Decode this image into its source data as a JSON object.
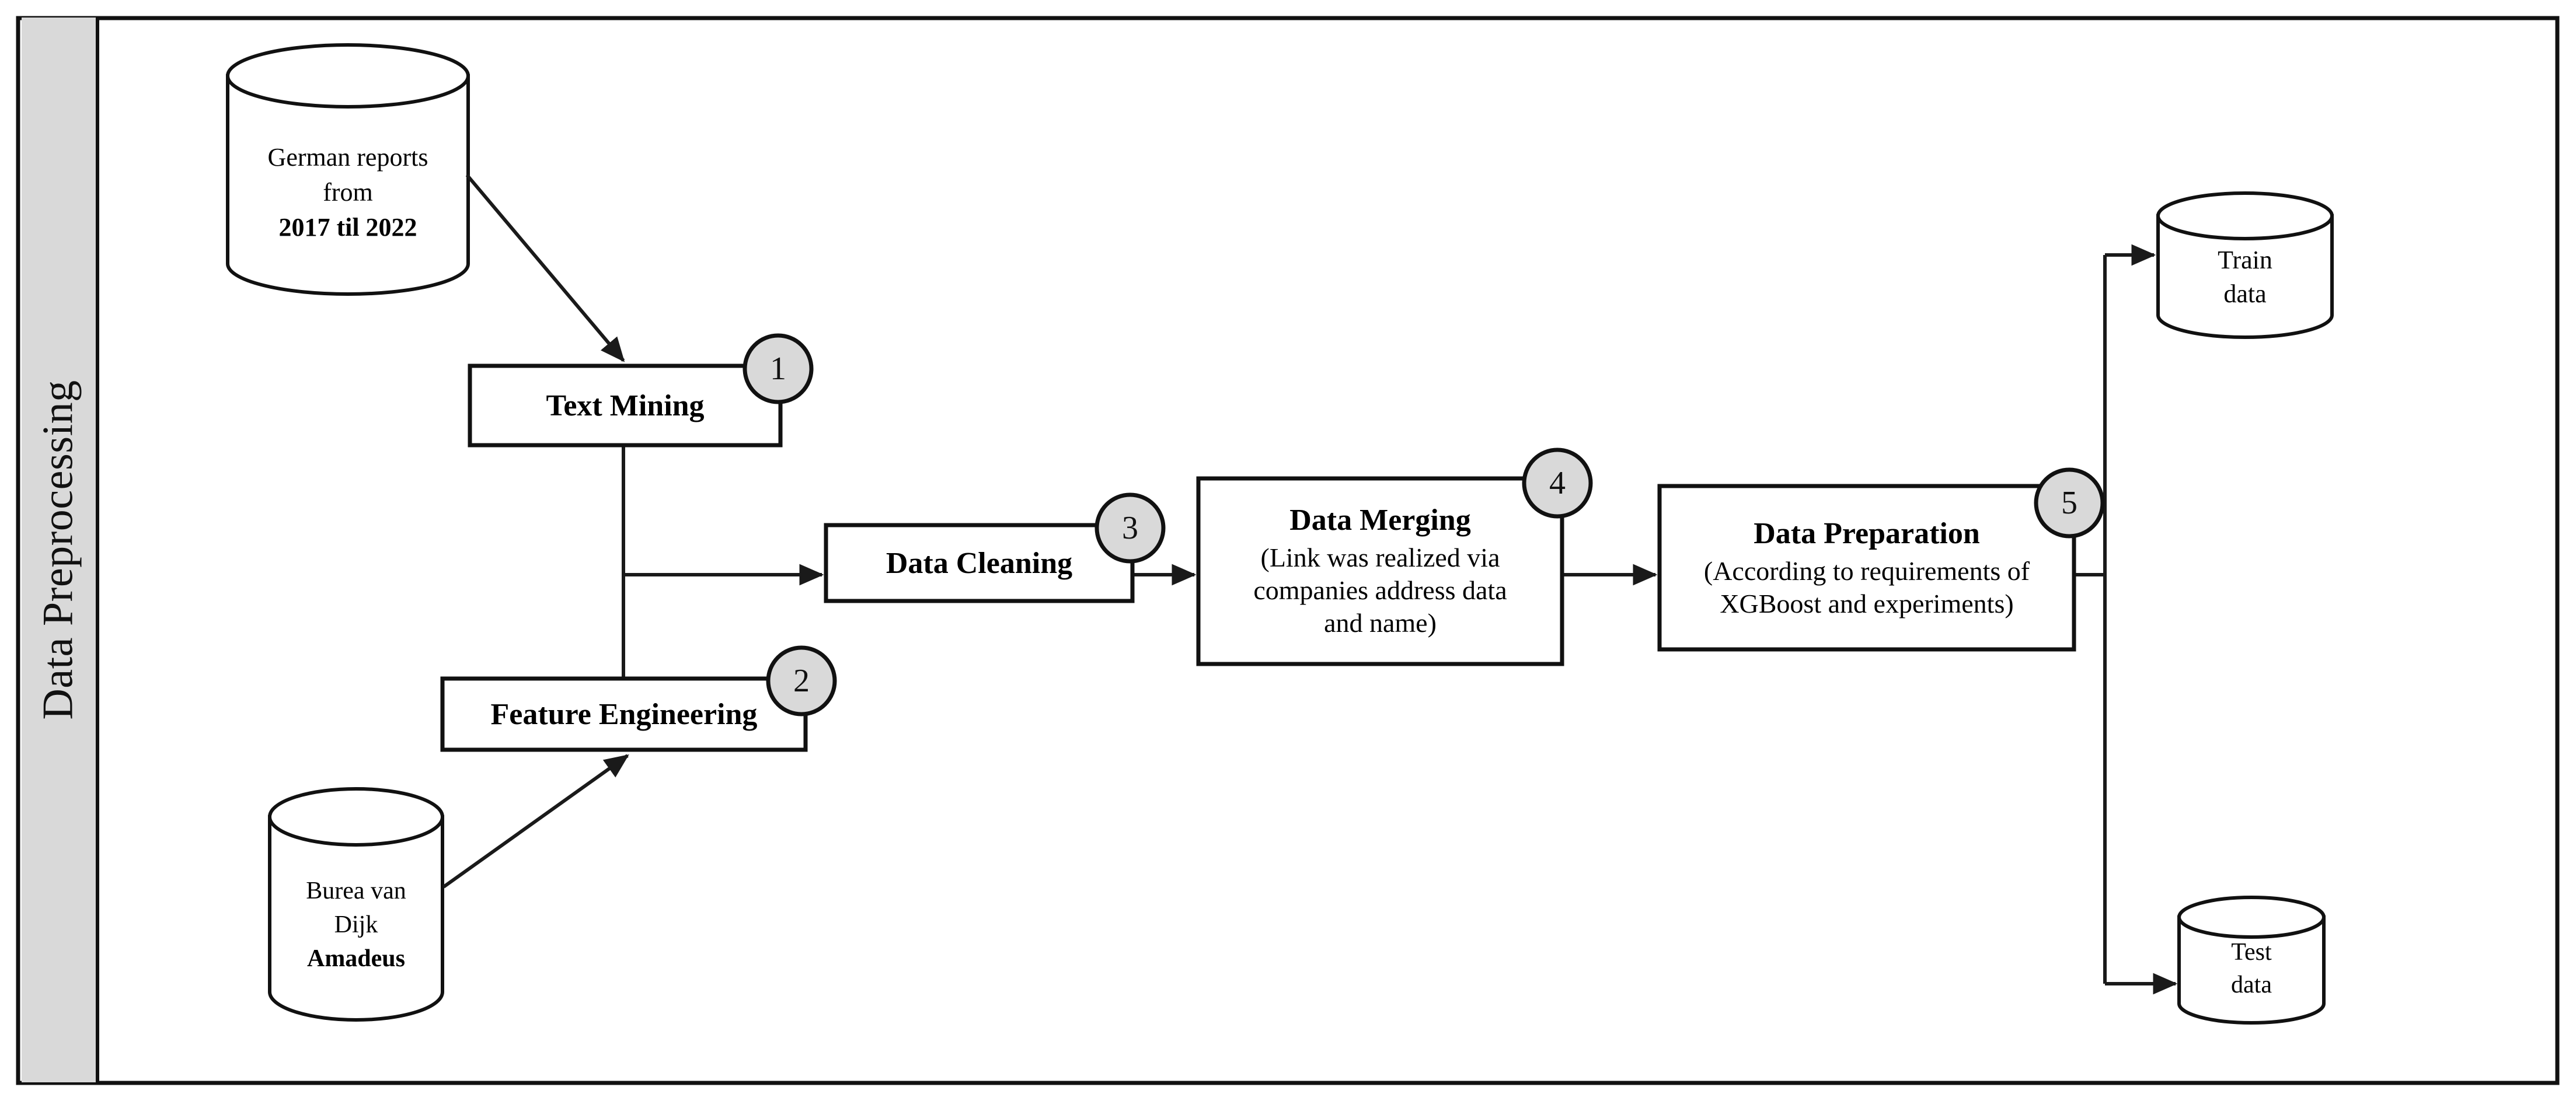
{
  "diagram": {
    "lane": {
      "label": "Data Preprocessing",
      "fill": "#d9d9d9"
    },
    "border_color": "#000000",
    "badge_fill": "#d9d9d9",
    "nodes": [
      {
        "id": "german-reports",
        "shape": "cylinder",
        "lines": [
          "German reports",
          "from",
          "2017 til 2022"
        ],
        "bold_lines": [
          false,
          false,
          true
        ]
      },
      {
        "id": "text-mining",
        "shape": "process",
        "title": "Text Mining",
        "badge": "1"
      },
      {
        "id": "feature-engineering",
        "shape": "process",
        "title": "Feature Engineering",
        "badge": "2"
      },
      {
        "id": "burea-van-dijk",
        "shape": "cylinder",
        "lines": [
          "Burea van",
          "Dijk",
          "Amadeus"
        ],
        "bold_lines": [
          false,
          false,
          true
        ]
      },
      {
        "id": "data-cleaning",
        "shape": "process",
        "title": "Data Cleaning",
        "badge": "3"
      },
      {
        "id": "data-merging",
        "shape": "process",
        "title": "Data Merging",
        "subtitle": [
          "(Link was realized via",
          "companies address data",
          "and name)"
        ],
        "badge": "4"
      },
      {
        "id": "data-preparation",
        "shape": "process",
        "title": "Data Preparation",
        "subtitle": [
          "(According to requirements of",
          "XGBoost and experiments)"
        ],
        "badge": "5"
      },
      {
        "id": "train-data",
        "shape": "cylinder",
        "lines": [
          "Train",
          "data"
        ],
        "bold_lines": [
          false,
          false
        ]
      },
      {
        "id": "test-data",
        "shape": "cylinder",
        "lines": [
          "Test",
          "data"
        ],
        "bold_lines": [
          false,
          false
        ]
      }
    ],
    "edges": [
      {
        "from": "german-reports",
        "to": "text-mining"
      },
      {
        "from": "text-mining",
        "to": "feature-engineering"
      },
      {
        "from": "burea-van-dijk",
        "to": "feature-engineering"
      },
      {
        "from": "text-mining",
        "to": "data-cleaning"
      },
      {
        "from": "data-cleaning",
        "to": "data-merging"
      },
      {
        "from": "data-merging",
        "to": "data-preparation"
      },
      {
        "from": "data-preparation",
        "to": "train-data"
      },
      {
        "from": "data-preparation",
        "to": "test-data"
      }
    ]
  }
}
